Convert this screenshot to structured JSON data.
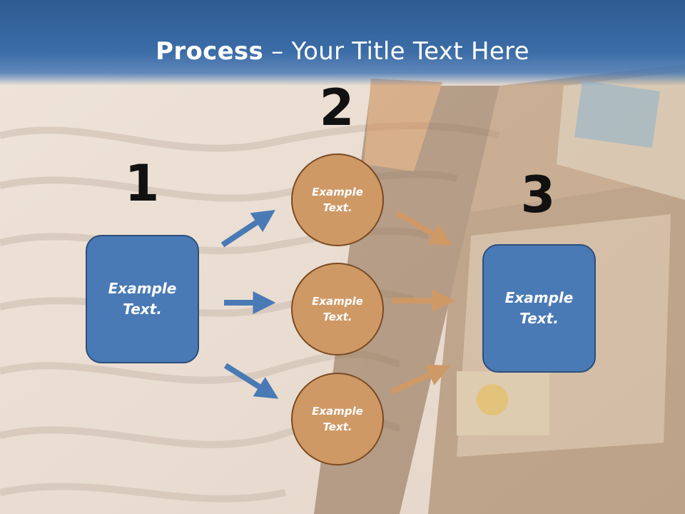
{
  "slide": {
    "title_bold": "Process",
    "title_rest": " – Your Title Text Here"
  },
  "steps": {
    "num1": "1",
    "num2": "2",
    "num3": "3"
  },
  "left_box": "Example\nText.",
  "circles": [
    "Example\nText.",
    "Example\nText.",
    "Example\nText."
  ],
  "right_box": "Example\nText.",
  "colors": {
    "header": "#3b6ca6",
    "box": "#4a7ab5",
    "circle": "#cf9966",
    "blue_arrow": "#4a7ab5",
    "tan_arrow": "#cf9966"
  }
}
